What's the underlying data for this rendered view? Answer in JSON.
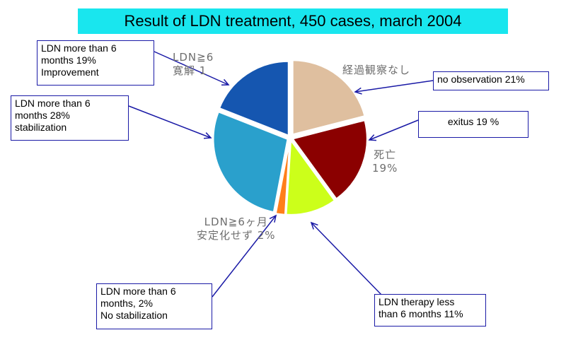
{
  "chart_data": {
    "type": "pie",
    "title": "Result of LDN treatment, 450 cases, march 2004",
    "slices": [
      {
        "label": "no observation 21%",
        "jp_label": "経過観察なし",
        "value": 21,
        "color": "#dfbf9f"
      },
      {
        "label": "exitus 19 %",
        "jp_label": "死亡\n19%",
        "value": 19,
        "color": "#8b0000"
      },
      {
        "label": "LDN therapy less\nthan 6 months 11%",
        "jp_label": "",
        "value": 11,
        "color": "#ccff1a"
      },
      {
        "label": "LDN more than 6\nmonths, 2%\nNo stabilization",
        "jp_label": "LDN≧6ヶ月\n安定化せず 2%",
        "value": 2,
        "color": "#ff7f1a"
      },
      {
        "label": "LDN more than 6\nmonths 28%\nstabilization",
        "jp_label": "",
        "value": 28,
        "color": "#2aa0cc"
      },
      {
        "label": "LDN more than 6\nmonths 19%\nImprovement",
        "jp_label": "LDN≧6\n寛解 1",
        "value": 19,
        "color": "#1556b0"
      }
    ]
  }
}
